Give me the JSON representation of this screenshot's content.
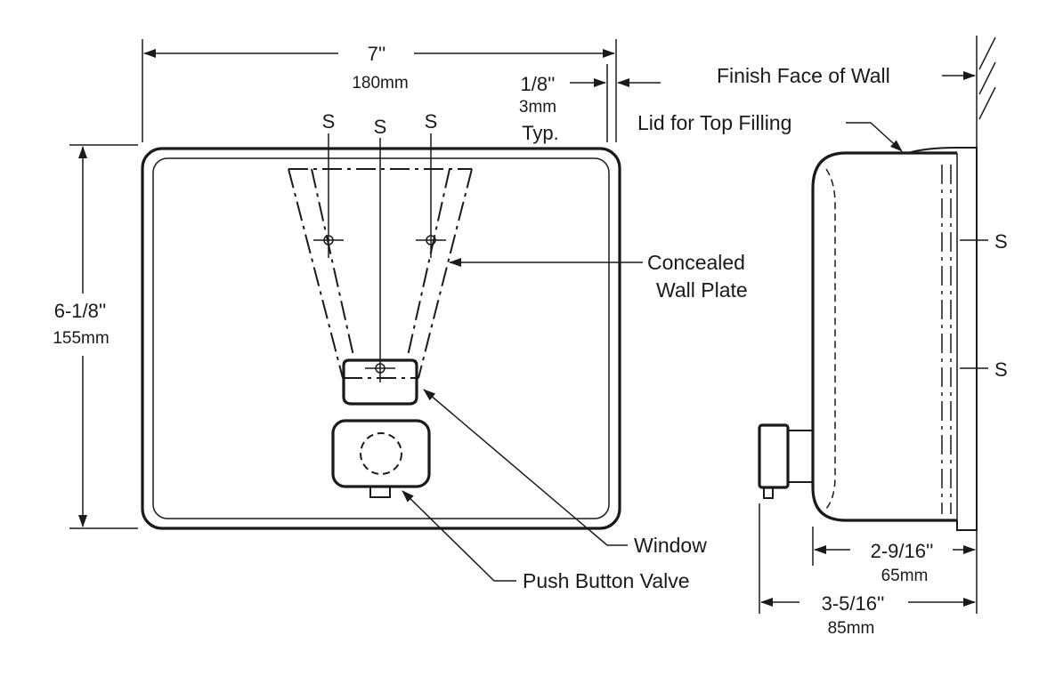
{
  "front_view": {
    "width_imperial": "7''",
    "width_metric": "180mm",
    "gap_imperial": "1/8''",
    "gap_metric": "3mm",
    "gap_note": "Typ.",
    "height_imperial": "6-1/8''",
    "height_metric": "155mm",
    "stud_markers": [
      "S",
      "S",
      "S"
    ]
  },
  "callouts": {
    "concealed_line1": "Concealed",
    "concealed_line2": "Wall Plate",
    "window": "Window",
    "push_button": "Push Button Valve",
    "finish_face": "Finish Face of Wall",
    "lid": "Lid for Top Filling"
  },
  "side_view": {
    "stud_markers": [
      "S",
      "S"
    ],
    "depth_body_imperial": "2-9/16''",
    "depth_body_metric": "65mm",
    "depth_total_imperial": "3-5/16''",
    "depth_total_metric": "85mm"
  }
}
